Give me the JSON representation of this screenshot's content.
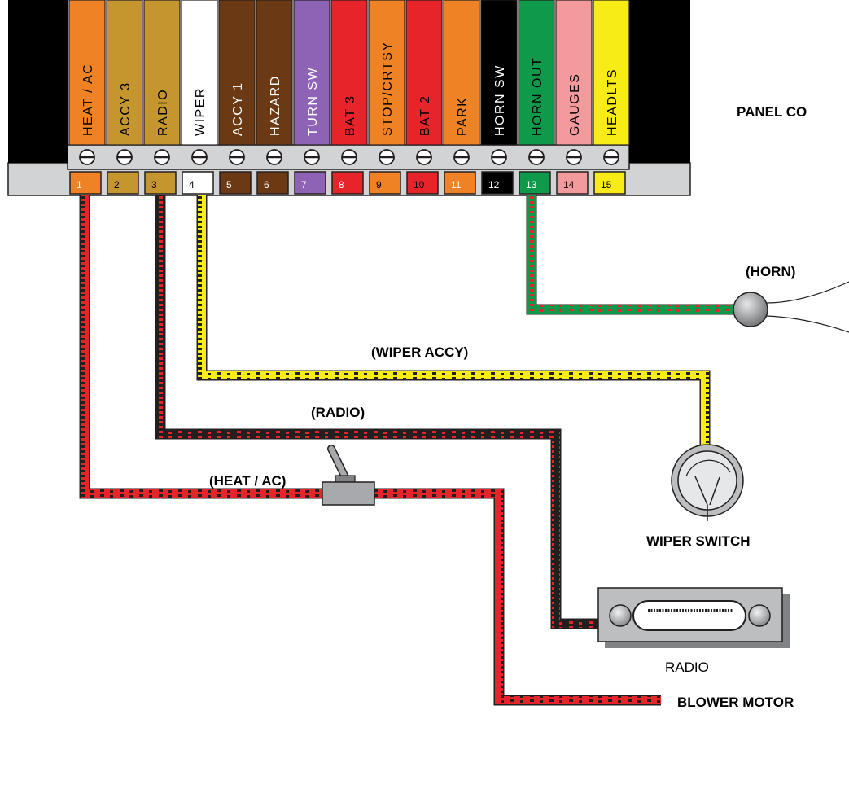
{
  "header": {
    "title_partial": "PANEL CO"
  },
  "fuse_block": {
    "circuits": [
      {
        "num": "1",
        "name": "HEAT / AC",
        "color": "#F08226",
        "text": "#000000",
        "num_text": "#ffffff"
      },
      {
        "num": "2",
        "name": "ACCY 3",
        "color": "#C6962E",
        "text": "#000000",
        "num_text": "#000000"
      },
      {
        "num": "3",
        "name": "RADIO",
        "color": "#C6962E",
        "text": "#000000",
        "num_text": "#000000"
      },
      {
        "num": "4",
        "name": "WIPER",
        "color": "#FFFFFF",
        "text": "#000000",
        "num_text": "#000000"
      },
      {
        "num": "5",
        "name": "ACCY 1",
        "color": "#6B3A14",
        "text": "#ffffff",
        "num_text": "#ffffff"
      },
      {
        "num": "6",
        "name": "HAZARD",
        "color": "#6B3A14",
        "text": "#ffffff",
        "num_text": "#ffffff"
      },
      {
        "num": "7",
        "name": "TURN SW",
        "color": "#8E62B5",
        "text": "#ffffff",
        "num_text": "#ffffff"
      },
      {
        "num": "8",
        "name": "BAT 3",
        "color": "#E8242B",
        "text": "#000000",
        "num_text": "#ffffff"
      },
      {
        "num": "9",
        "name": "STOP/CRTSY",
        "color": "#F08226",
        "text": "#000000",
        "num_text": "#000000"
      },
      {
        "num": "10",
        "name": "BAT 2",
        "color": "#E8242B",
        "text": "#000000",
        "num_text": "#000000"
      },
      {
        "num": "11",
        "name": "PARK",
        "color": "#F08226",
        "text": "#000000",
        "num_text": "#ffffff"
      },
      {
        "num": "12",
        "name": "HORN SW",
        "color": "#000000",
        "text": "#ffffff",
        "num_text": "#ffffff"
      },
      {
        "num": "13",
        "name": "HORN OUT",
        "color": "#0E9A4A",
        "text": "#000000",
        "num_text": "#ffffff"
      },
      {
        "num": "14",
        "name": "GAUGES",
        "color": "#F39A9C",
        "text": "#000000",
        "num_text": "#000000"
      },
      {
        "num": "15",
        "name": "HEADLTS",
        "color": "#F7EC16",
        "text": "#000000",
        "num_text": "#000000"
      }
    ]
  },
  "wire_labels": {
    "horn": "(HORN)",
    "wiper_accy": "(WIPER ACCY)",
    "radio": "(RADIO)",
    "heat_ac": "(HEAT / AC)"
  },
  "components": {
    "wiper_switch": "WIPER SWITCH",
    "radio": "RADIO",
    "blower_motor": "BLOWER MOTOR"
  },
  "colors": {
    "wire_red": "#E8242B",
    "wire_black": "#231F20",
    "wire_yellow": "#F7EC16",
    "wire_green": "#0E9A4A",
    "tracer_red": "#E8242B",
    "tracer_black": "#231F20",
    "block_gray": "#D1D3D4"
  }
}
